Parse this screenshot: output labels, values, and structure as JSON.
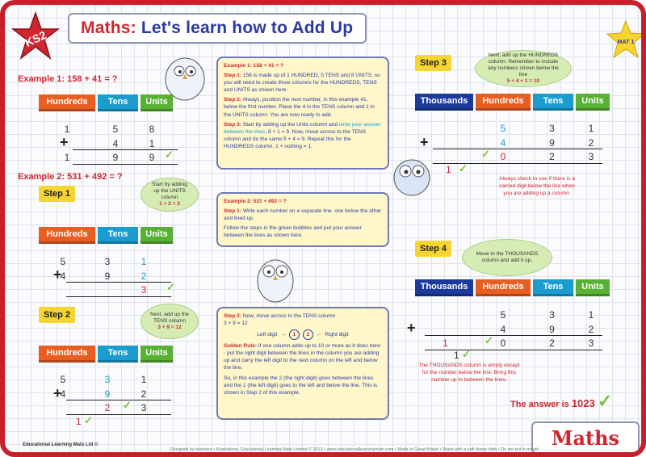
{
  "title": {
    "prefix": "Maths:",
    "main": "Let's learn how to Add Up"
  },
  "badges": {
    "ks2": "KS2",
    "mat": "MAT 1"
  },
  "example1": {
    "label": "Example 1: 158 + 41 = ?",
    "headers": [
      "Hundreds",
      "Tens",
      "Units"
    ],
    "row1": [
      "1",
      "5",
      "8"
    ],
    "row2": [
      "4",
      "1"
    ],
    "row3": [
      "1",
      "9",
      "9"
    ]
  },
  "example2": {
    "label": "Example 2: 531 + 492 = ?",
    "step1": {
      "label": "Step 1",
      "bubble": "Start by adding up the UNITS column",
      "bubble_sum": "1 + 2 = 3",
      "headers": [
        "Hundreds",
        "Tens",
        "Units"
      ],
      "row1": [
        "5",
        "3",
        "1"
      ],
      "row2": [
        "4",
        "9",
        "2"
      ],
      "row3": [
        "3"
      ]
    },
    "step2": {
      "label": "Step 2",
      "bubble": "Next, add up the TENS column",
      "bubble_sum": "3 + 9 = 12",
      "headers": [
        "Hundreds",
        "Tens",
        "Units"
      ],
      "row1": [
        "5",
        "3",
        "1"
      ],
      "row2": [
        "4",
        "9",
        "2"
      ],
      "row3": [
        "2",
        "3"
      ],
      "carry": "1"
    }
  },
  "step3": {
    "label": "Step 3",
    "bubble": "Next, add up the HUNDREDS column. Remember to include any numbers shown below the line",
    "bubble_sum": "5 + 4 + 1 = 10",
    "headers": [
      "Thousands",
      "Hundreds",
      "Tens",
      "Units"
    ],
    "row1": [
      "5",
      "3",
      "1"
    ],
    "row2": [
      "4",
      "9",
      "2"
    ],
    "row3": [
      "0",
      "2",
      "3"
    ],
    "carry": "1",
    "note": "Always check to see if there is a carried digit below the line when you are adding up a column."
  },
  "step4": {
    "label": "Step 4",
    "bubble": "Move to the THOUSANDS column and add it up.",
    "headers": [
      "Thousands",
      "Hundreds",
      "Tens",
      "Units"
    ],
    "row1": [
      "5",
      "3",
      "1"
    ],
    "row2": [
      "4",
      "9",
      "2"
    ],
    "row3": [
      "1",
      "0",
      "2",
      "3"
    ],
    "carry": "1",
    "note": "The THOUSANDS column is empty except for the number below the line. Bring this number up to between the lines."
  },
  "answer": {
    "text": "The answer is",
    "value": "1023"
  },
  "box1": {
    "title": "Example 1: 158 + 41 = ?",
    "s1_label": "Step 1:",
    "s1": "158 is made up of 1 HUNDRED, 5 TENS and 8 UNITS, so you will need to create three columns for the HUNDREDS, TENS and UNITS as shown here.",
    "s2_label": "Step 2:",
    "s2": "Always, position the next number, in this example 41, below the first number. Place the 4 in the TENS column and 1 in the UNITS column. You are now ready to add.",
    "s3_label": "Step 3:",
    "s3a": "Start by adding up the Units column and",
    "s3_em": "write your answer between the lines",
    "s3b": ", 8 + 1 = 9. Now, move across to the TENS column and do the same 5 + 4 = 9. Repeat this for the HUNDREDS column, 1 + nothing = 1."
  },
  "box2": {
    "title": "Example 2: 531 + 492 = ?",
    "s1_label": "Step 1:",
    "s1": "Write each number on a separate line, one below the other and lined up.",
    "p2": "Follow the steps in the green bubbles and put your answer between the lines as shown here."
  },
  "box3": {
    "s2_label": "Step 2:",
    "s2": "Now, move across to the TENS column",
    "sum": "3 + 9 = 12",
    "left": "Left digit",
    "right": "Right digit",
    "d1": "1",
    "d2": "2",
    "g_label": "Golden Rule:",
    "g": "If one column adds up to 10 or more as it does here - put the right digit between the lines in the column you are adding up and carry the left digit to the next column on the left and below the line.",
    "p3": "So, in this example the 2 (the right digit) goes between the lines and the 1 (the left digit) goes to the left and below the line. This is shown in Step 2 of this example."
  },
  "footer": {
    "text": "Designed by teachers • Illustrations, Educational Learning Mats Limited © 2013 • www.educationallearningmats.com • Made in Great Britain • Wash with a soft damp cloth • Do not put in mouth",
    "logo": "Educational Learning Mats Ltd ©",
    "badge": "Maths"
  },
  "colors": {
    "thousands": "#1b3a9a",
    "hundreds": "#e85d20",
    "tens": "#1a9ccf",
    "units": "#58b232",
    "step": "#f6d531",
    "accent": "#d0262f"
  }
}
